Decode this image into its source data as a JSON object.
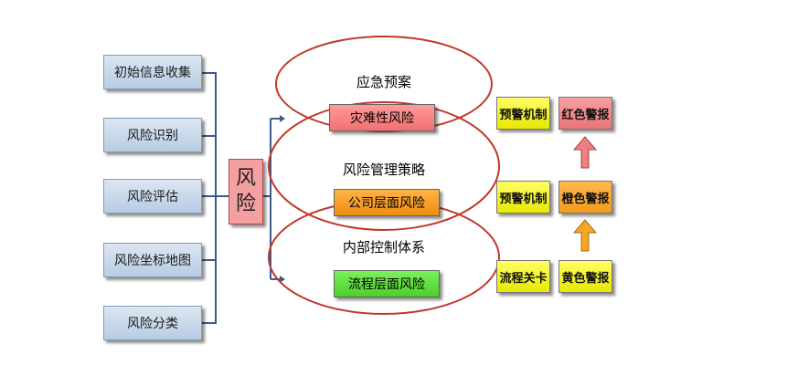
{
  "left_items": [
    "初始信息收集",
    "风险识别",
    "风险评估",
    "风险坐标地图",
    "风险分类"
  ],
  "center": [
    "风",
    "险"
  ],
  "ellipses": {
    "top_label": "应急预案",
    "middle_label": "风险管理策略",
    "bottom_label": "内部控制体系"
  },
  "risks": {
    "top": "灾难性风险",
    "middle": "公司层面风险",
    "bottom": "流程层面风险"
  },
  "right": {
    "row1": {
      "left": "预警机制",
      "right": "红色警报"
    },
    "row2": {
      "left": "预警机制",
      "right": "橙色警报"
    },
    "row3": {
      "left": "流程关卡",
      "right": "黄色警报"
    }
  },
  "colors": {
    "red_alert": "#f08080",
    "orange_alert": "#f5a623",
    "yellow": "#ffff33",
    "ellipse_stroke": "#c0392b",
    "green_risk": "#5ddc3c"
  }
}
